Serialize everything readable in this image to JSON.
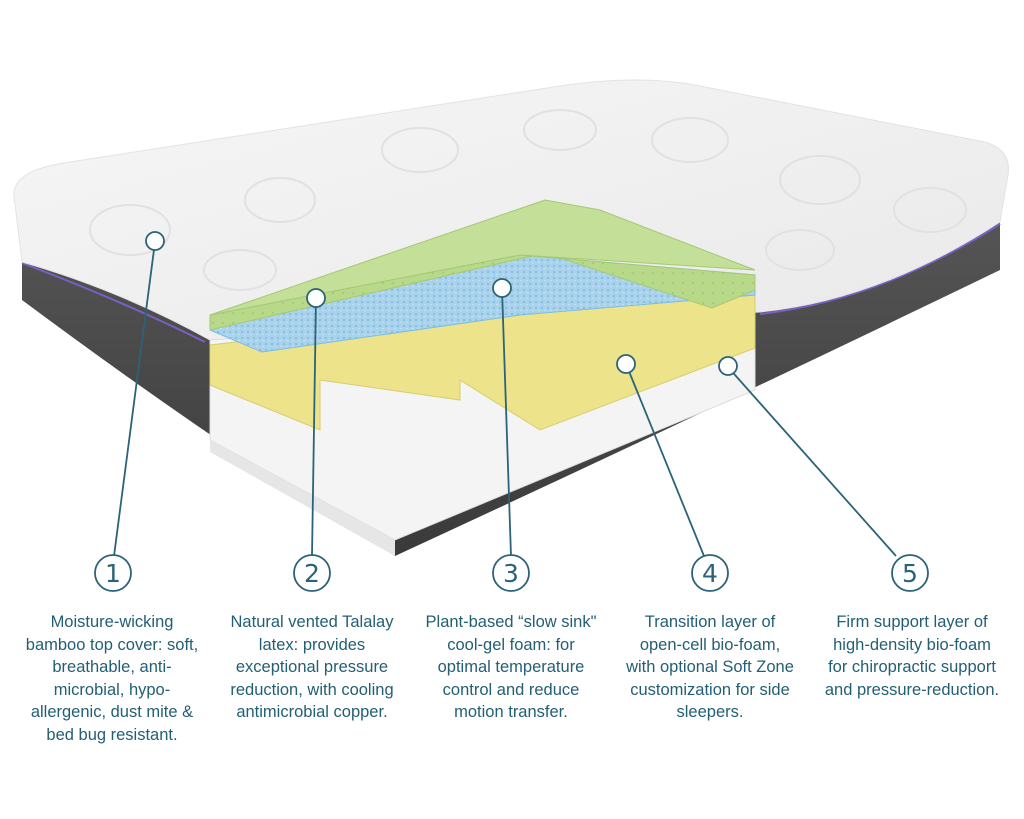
{
  "colors": {
    "accent": "#2b6379",
    "cover": "#f3f3f3",
    "base": "#4a4a4a",
    "latex": "#b9d98a",
    "gel": "#a9d3ec",
    "transition": "#ece38a",
    "support": "#f4f4f4",
    "trim": "#7a5fc4"
  },
  "callouts": [
    {
      "number": "1",
      "text": "Moisture-wicking\nbamboo top cover: soft,\nbreathable, anti-\nmicrobial, hypo-\nallergenic, dust mite &\nbed bug resistant."
    },
    {
      "number": "2",
      "text": "Natural vented Talalay\nlatex: provides\nexceptional pressure\nreduction, with cooling\nantimicrobial copper."
    },
    {
      "number": "3",
      "text": "Plant-based “slow sink\"\ncool-gel foam: for\noptimal temperature\ncontrol and reduce\nmotion transfer."
    },
    {
      "number": "4",
      "text": "Transition layer of\nopen-cell bio-foam,\nwith optional Soft Zone\ncustomization for side\nsleepers."
    },
    {
      "number": "5",
      "text": "Firm support layer of\nhigh-density bio-foam\nfor chiropractic support\nand pressure-reduction."
    }
  ]
}
